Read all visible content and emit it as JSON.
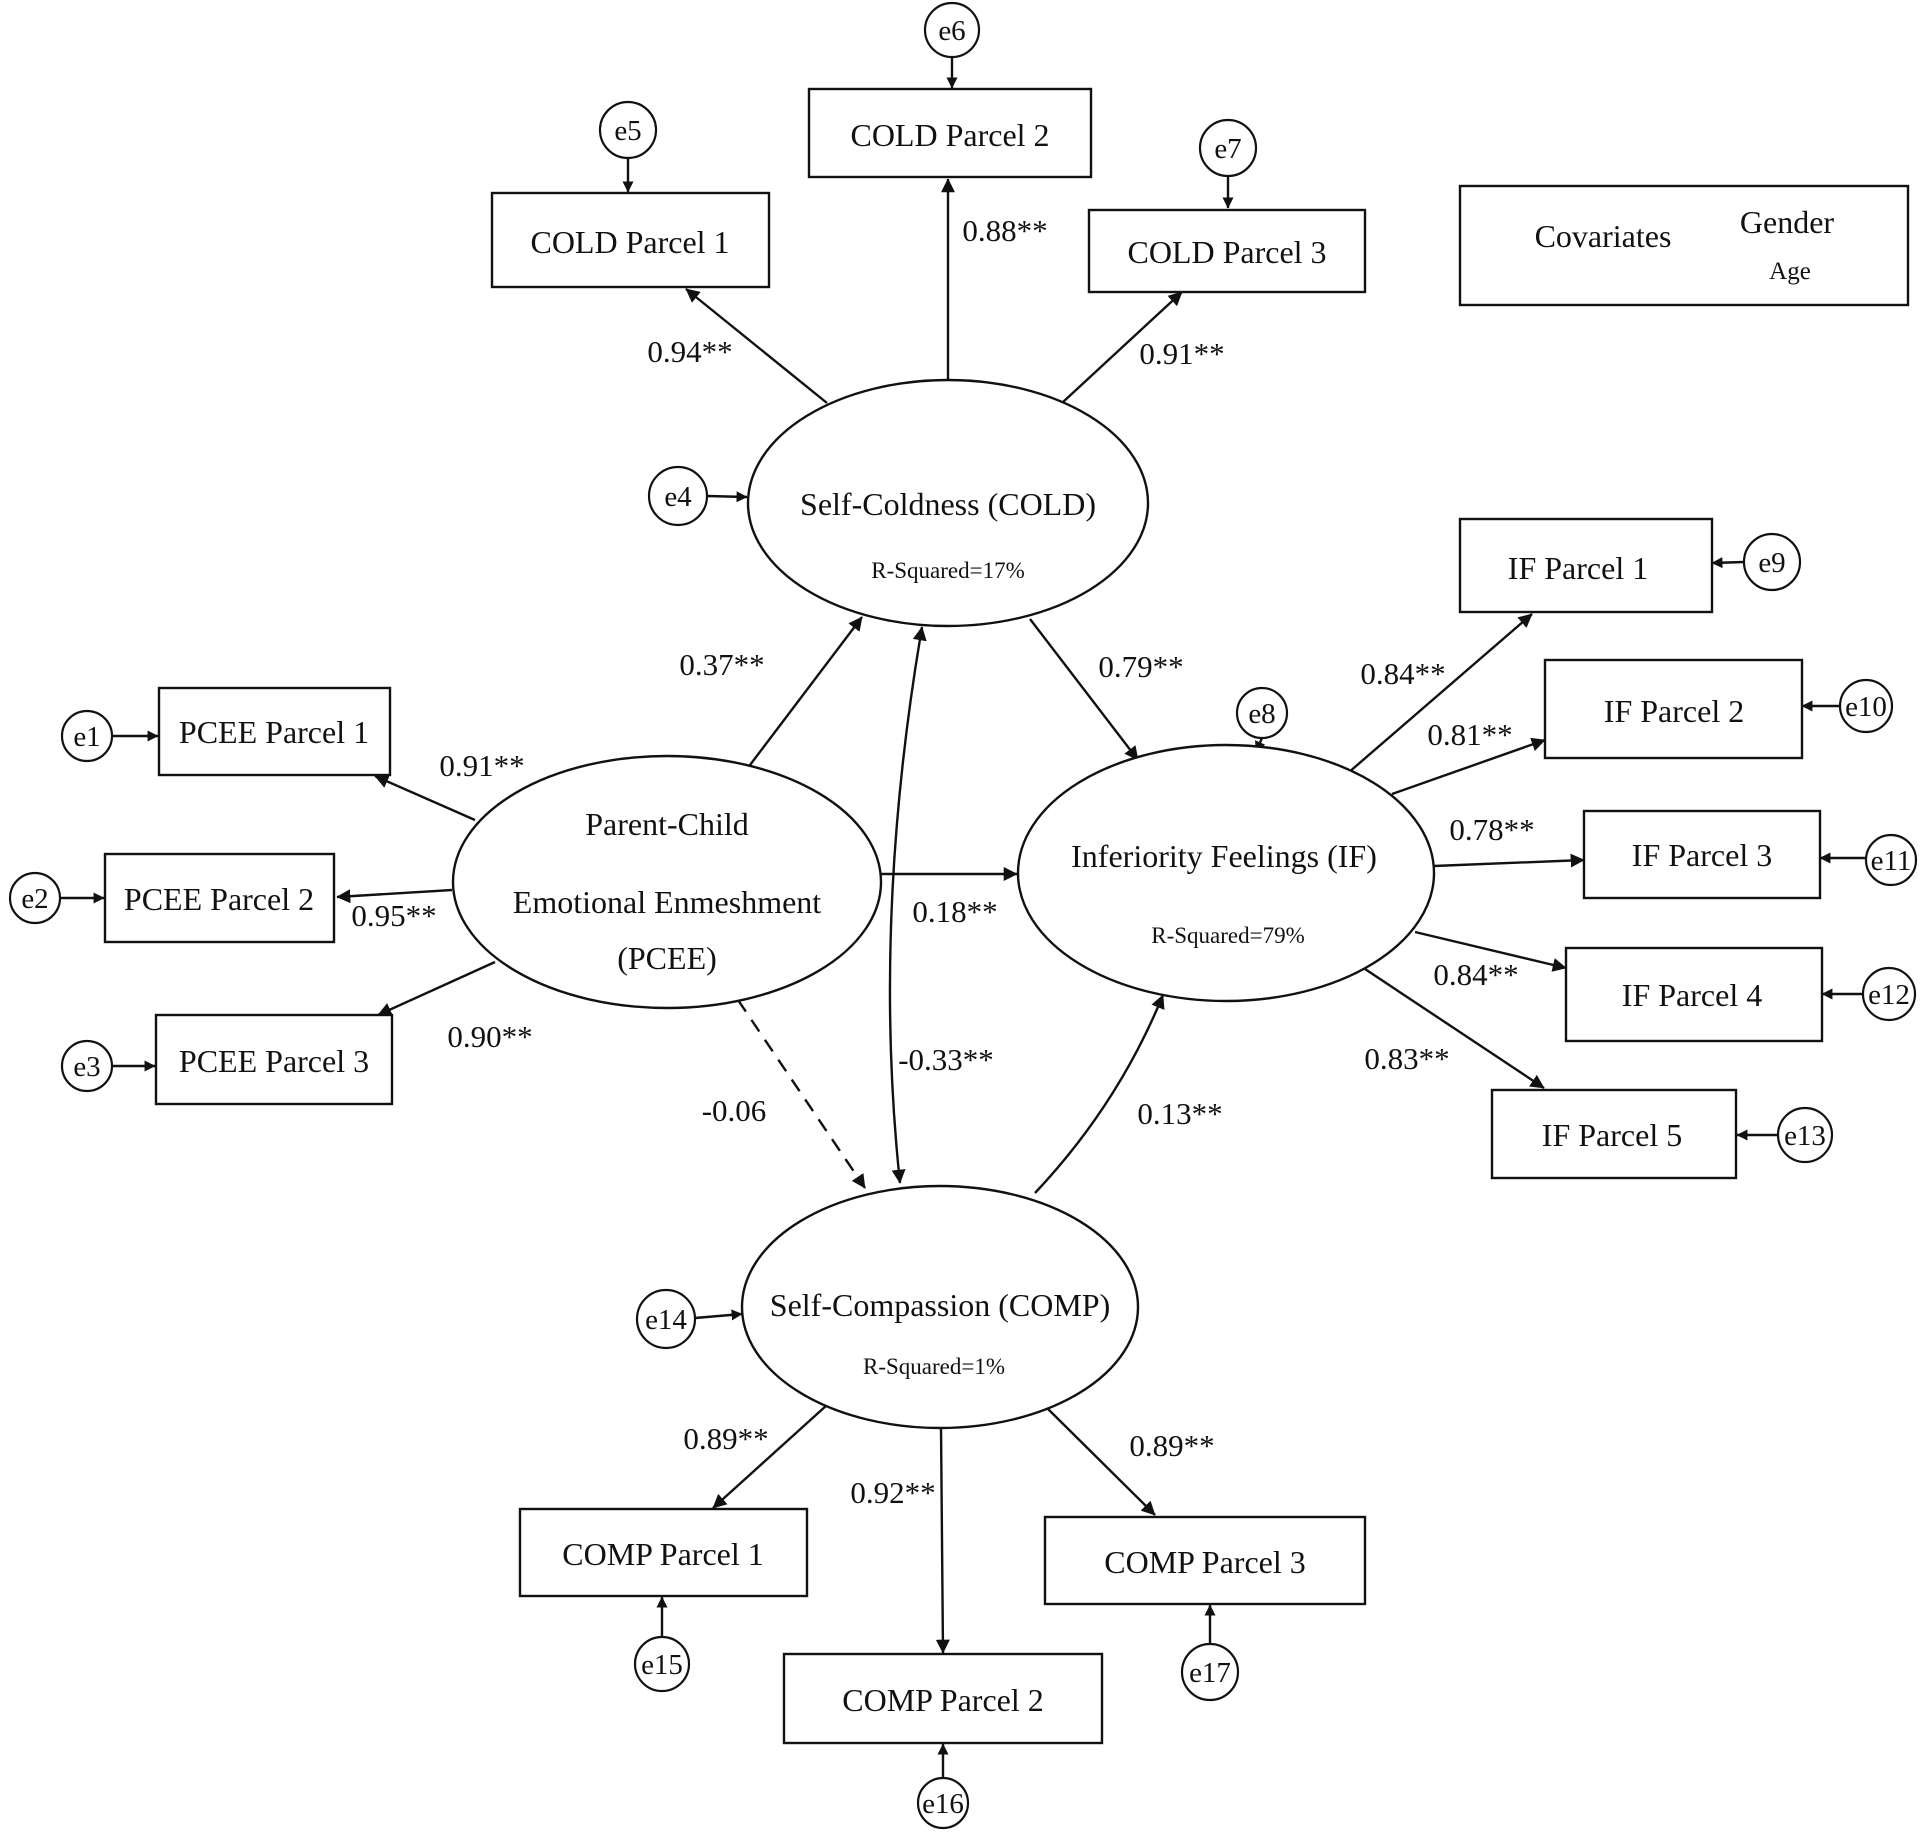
{
  "latents": {
    "pcee": {
      "lines": [
        "Parent-Child",
        "Emotional Enmeshment",
        "(PCEE)"
      ]
    },
    "cold": {
      "label": "Self-Coldness (COLD)",
      "r2": "R-Squared=17%"
    },
    "comp": {
      "label": "Self-Compassion (COMP)",
      "r2": "R-Squared=1%"
    },
    "inf": {
      "label": "Inferiority Feelings (IF)",
      "r2": "R-Squared=79%"
    }
  },
  "indicators": {
    "pcee": [
      "PCEE Parcel 1",
      "PCEE Parcel 2",
      "PCEE Parcel 3"
    ],
    "cold": [
      "COLD Parcel 1",
      "COLD Parcel 2",
      "COLD Parcel 3"
    ],
    "comp": [
      "COMP Parcel 1",
      "COMP Parcel 2",
      "COMP Parcel 3"
    ],
    "inf": [
      "IF Parcel 1",
      "IF Parcel 2",
      "IF Parcel 3",
      "IF Parcel 4",
      "IF Parcel 5"
    ]
  },
  "errors": {
    "e1": "e1",
    "e2": "e2",
    "e3": "e3",
    "e4": "e4",
    "e5": "e5",
    "e6": "e6",
    "e7": "e7",
    "e8": "e8",
    "e9": "e9",
    "e10": "e10",
    "e11": "e11",
    "e12": "e12",
    "e13": "e13",
    "e14": "e14",
    "e15": "e15",
    "e16": "e16",
    "e17": "e17"
  },
  "loadings": {
    "pcee": [
      "0.91**",
      "0.95**",
      "0.90**"
    ],
    "cold": [
      "0.94**",
      "0.88**",
      "0.91**"
    ],
    "comp": [
      "0.89**",
      "0.92**",
      "0.89**"
    ],
    "inf": [
      "0.84**",
      "0.81**",
      "0.78**",
      "0.84**",
      "0.83**"
    ]
  },
  "paths": {
    "pcee_cold": "0.37**",
    "cold_inf": "0.79**",
    "pcee_inf": "0.18**",
    "cold_comp": "-0.33**",
    "pcee_comp": "-0.06",
    "comp_inf": "0.13**"
  },
  "covariates": {
    "title": "Covariates",
    "items": [
      "Gender",
      "Age"
    ]
  },
  "colors": {
    "line": "#111111",
    "background": "#ffffff"
  }
}
